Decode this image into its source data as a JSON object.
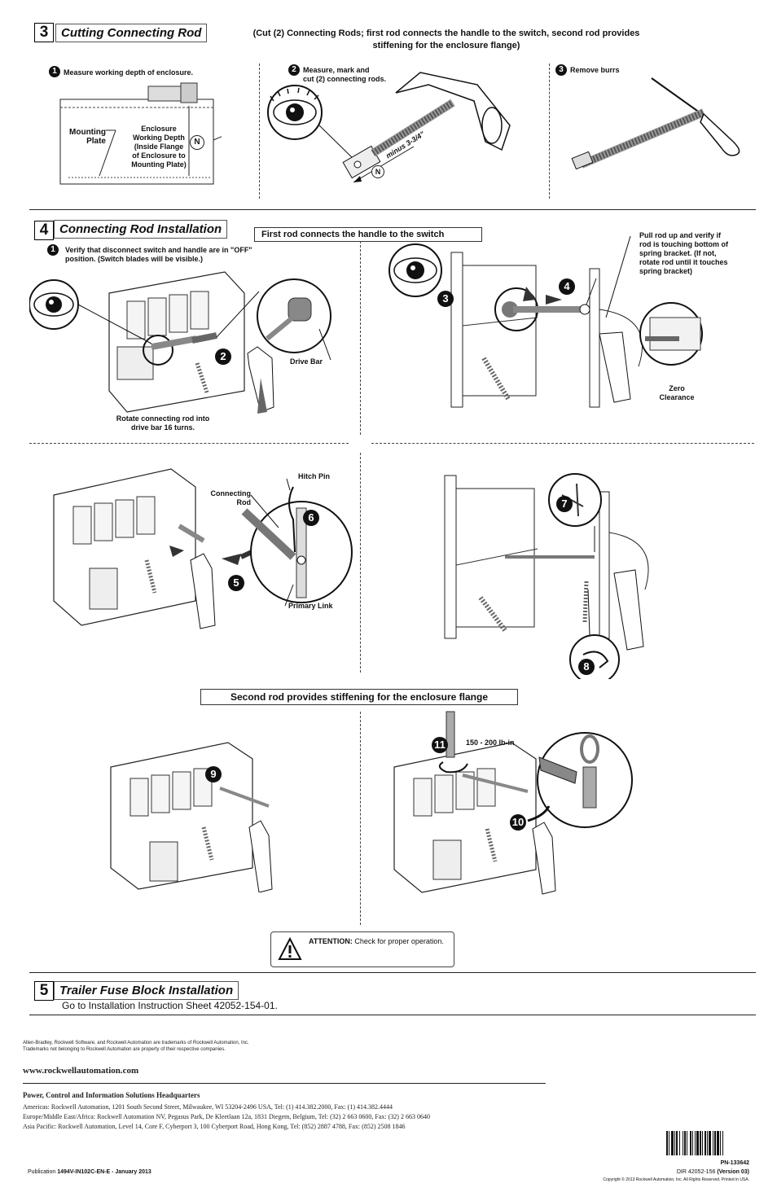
{
  "section3": {
    "number": "3",
    "title": "Cutting Connecting Rod",
    "subtitle_line1": "(Cut (2) Connecting Rods; first rod connects the handle to the switch, second rod provides",
    "subtitle_line2": "stiffening for the enclosure flange)",
    "step1": {
      "num": "1",
      "text": "Measure working depth of enclosure."
    },
    "step2": {
      "num": "2",
      "text_line1": "Measure, mark and",
      "text_line2": "cut (2) connecting rods."
    },
    "step3": {
      "num": "3",
      "text": "Remove burrs"
    },
    "mounting_plate_line1": "Mounting",
    "mounting_plate_line2": "Plate",
    "depth_lines": [
      "Enclosure",
      "Working Depth",
      "(Inside Flange",
      "of Enclosure to",
      "Mounting Plate)"
    ],
    "n_marker": "N",
    "minus_label": "minus 3-3/4\""
  },
  "section4": {
    "number": "4",
    "title": "Connecting Rod Installation",
    "first_rod_label": "First rod connects the handle to the switch",
    "step1": {
      "num": "1",
      "text_line1": "Verify that disconnect switch and handle are in \"OFF\"",
      "text_line2": "position. (Switch blades will be visible.)"
    },
    "drive_bar": "Drive Bar",
    "rotate_line1": "Rotate connecting rod into",
    "rotate_line2": "drive bar 16 turns.",
    "pull_rod_lines": [
      "Pull rod up and verify if",
      "rod is touching bottom of",
      "spring bracket. (If not,",
      "rotate rod until it touches",
      "spring bracket)"
    ],
    "zero_line1": "Zero",
    "zero_line2": "Clearance",
    "hitch_pin": "Hitch Pin",
    "connecting_rod_line1": "Connecting",
    "connecting_rod_line2": "Rod",
    "primary_link": "Primary Link",
    "second_rod_label": "Second rod provides stiffening for the enclosure flange",
    "torque": "150 - 200 lb-in",
    "step_numbers": [
      "2",
      "3",
      "4",
      "5",
      "6",
      "7",
      "8",
      "9",
      "10",
      "11"
    ],
    "attention_label": "ATTENTION:",
    "attention_text": "Check for proper operation."
  },
  "section5": {
    "number": "5",
    "title": "Trailer Fuse Block Installation",
    "text": "Go to Installation Instruction Sheet 42052-154-01."
  },
  "footer": {
    "trademark1": "Allen-Bradley, Rockwell Software, and Rockwell Automation are trademarks of Rockwell Automation, Inc.",
    "trademark2": "Trademarks not belonging to Rockwell Automation are property of their respective companies.",
    "website": "www.rockwellautomation.com",
    "hq_title": "Power, Control and Information Solutions Headquarters",
    "americas": "Americas: Rockwell Automation, 1201 South Second Street, Milwaukee, WI 53204-2496 USA, Tel: (1) 414.382.2000, Fax: (1) 414.382.4444",
    "europe": "Europe/Middle East/Africa: Rockwell Automation NV, Pegasus Park, De Kleetlaan 12a, 1831 Diegem, Belgium, Tel: (32) 2 663 0600, Fax: (32) 2 663 0640",
    "asia": "Asia Pacific: Rockwell Automation, Level 14, Core F, Cyberport 3, 100 Cyberport Road, Hong Kong, Tel: (852) 2887 4788, Fax: (852) 2508 1846",
    "publication_label": "Publication",
    "publication_number": "1494V-IN102C-EN-E -  January 2013",
    "pn": "PN-133642",
    "dir": "DIR 42052-156",
    "version": "(Version 03)",
    "copyright": "Copyright © 2013 Rockwell Automation, Inc. All Rights Reserved. Printed in USA."
  }
}
